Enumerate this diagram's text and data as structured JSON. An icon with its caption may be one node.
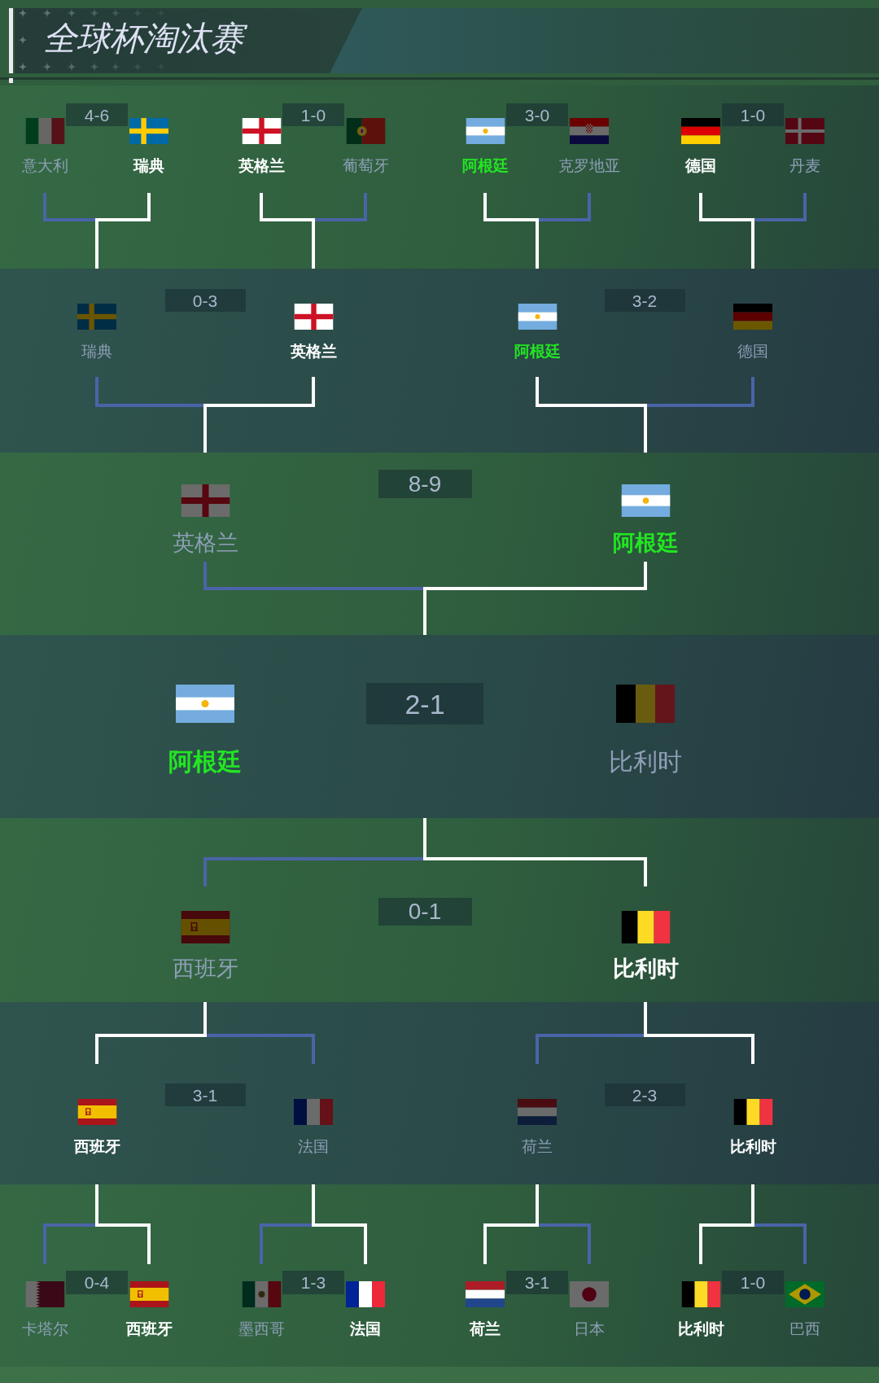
{
  "diagram": {
    "title": "全球杯淘汰赛",
    "nodes": [
      {
        "text": [
          "意大利"
        ]
      },
      {
        "text": [
          "4-6"
        ]
      },
      {
        "text": [
          "瑞典"
        ]
      },
      {
        "text": [
          "英格兰"
        ]
      },
      {
        "text": [
          "1-0"
        ]
      },
      {
        "text": [
          "葡萄牙"
        ]
      },
      {
        "text": [
          "阿根廷"
        ]
      },
      {
        "text": [
          "3-0"
        ]
      },
      {
        "text": [
          "克罗地亚"
        ]
      },
      {
        "text": [
          "德国"
        ]
      },
      {
        "text": [
          "1-0"
        ]
      },
      {
        "text": [
          "丹麦"
        ]
      },
      {
        "text": [
          "瑞典"
        ]
      },
      {
        "text": [
          "0-3"
        ]
      },
      {
        "text": [
          "英格兰"
        ]
      },
      {
        "text": [
          "阿根廷"
        ]
      },
      {
        "text": [
          "3-2"
        ]
      },
      {
        "text": [
          "德国"
        ]
      },
      {
        "text": [
          "英格兰"
        ]
      },
      {
        "text": [
          "8-9"
        ]
      },
      {
        "text": [
          "阿根廷"
        ]
      },
      {
        "text": [],
        "shape": "box"
      },
      {
        "text": [
          "阿根廷"
        ],
        "in": 21
      },
      {
        "text": [
          "2-1"
        ],
        "in": 21
      },
      {
        "text": [
          "比利时"
        ],
        "in": 21
      },
      {
        "text": [
          "西班牙"
        ]
      },
      {
        "text": [
          "0-1"
        ]
      },
      {
        "text": [
          "比利时"
        ]
      },
      {
        "text": [
          "西班牙"
        ]
      },
      {
        "text": [
          "3-1"
        ]
      },
      {
        "text": [
          "法国"
        ]
      },
      {
        "text": [
          "荷兰"
        ]
      },
      {
        "text": [
          "2-3"
        ]
      },
      {
        "text": [
          "比利时"
        ]
      },
      {
        "text": [
          "卡塔尔"
        ]
      },
      {
        "text": [
          "0-4"
        ]
      },
      {
        "text": [
          "西班牙"
        ]
      },
      {
        "text": [
          "墨西哥"
        ]
      },
      {
        "text": [
          "1-3"
        ]
      },
      {
        "text": [
          "法国"
        ]
      },
      {
        "text": [
          "荷兰"
        ]
      },
      {
        "text": [
          "3-1"
        ]
      },
      {
        "text": [
          "日本"
        ]
      },
      {
        "text": [
          "比利时"
        ]
      },
      {
        "text": [
          "1-0"
        ]
      },
      {
        "text": [
          "巴西"
        ]
      }
    ],
    "edges": [
      {
        "from": 0,
        "to": 12,
        "arrow": "none",
        "color": "#4a64a8"
      },
      {
        "from": 2,
        "to": 12,
        "arrow": "none",
        "color": "#ffffff"
      },
      {
        "from": 3,
        "to": 14,
        "arrow": "none",
        "color": "#ffffff"
      },
      {
        "from": 5,
        "to": 14,
        "arrow": "none",
        "color": "#4a64a8"
      },
      {
        "from": 6,
        "to": 15,
        "arrow": "none",
        "color": "#ffffff"
      },
      {
        "from": 8,
        "to": 15,
        "arrow": "none",
        "color": "#4a64a8"
      },
      {
        "from": 9,
        "to": 17,
        "arrow": "none",
        "color": "#ffffff"
      },
      {
        "from": 11,
        "to": 17,
        "arrow": "none",
        "color": "#4a64a8"
      },
      {
        "from": 12,
        "to": 18,
        "arrow": "none",
        "color": "#4a64a8"
      },
      {
        "from": 14,
        "to": 18,
        "arrow": "none",
        "color": "#ffffff"
      },
      {
        "from": 15,
        "to": 20,
        "arrow": "none",
        "color": "#ffffff"
      },
      {
        "from": 17,
        "to": 20,
        "arrow": "none",
        "color": "#4a64a8"
      },
      {
        "from": 18,
        "to": 21,
        "arrow": "none",
        "color": "#4a64a8"
      },
      {
        "from": 20,
        "to": 21,
        "arrow": "none",
        "color": "#ffffff"
      },
      {
        "from": 25,
        "to": 21,
        "arrow": "none",
        "color": "#4a64a8"
      },
      {
        "from": 27,
        "to": 21,
        "arrow": "none",
        "color": "#ffffff"
      },
      {
        "from": 28,
        "to": 25,
        "arrow": "none",
        "color": "#ffffff"
      },
      {
        "from": 30,
        "to": 25,
        "arrow": "none",
        "color": "#4a64a8"
      },
      {
        "from": 31,
        "to": 27,
        "arrow": "none",
        "color": "#4a64a8"
      },
      {
        "from": 33,
        "to": 27,
        "arrow": "none",
        "color": "#ffffff"
      },
      {
        "from": 34,
        "to": 28,
        "arrow": "none",
        "color": "#4a64a8"
      },
      {
        "from": 36,
        "to": 28,
        "arrow": "none",
        "color": "#ffffff"
      },
      {
        "from": 37,
        "to": 30,
        "arrow": "none",
        "color": "#4a64a8"
      },
      {
        "from": 39,
        "to": 30,
        "arrow": "none",
        "color": "#ffffff"
      },
      {
        "from": 40,
        "to": 31,
        "arrow": "none",
        "color": "#ffffff"
      },
      {
        "from": 42,
        "to": 31,
        "arrow": "none",
        "color": "#4a64a8"
      },
      {
        "from": 43,
        "to": 33,
        "arrow": "none",
        "color": "#ffffff"
      },
      {
        "from": 45,
        "to": 33,
        "arrow": "none",
        "color": "#4a64a8"
      }
    ]
  }
}
